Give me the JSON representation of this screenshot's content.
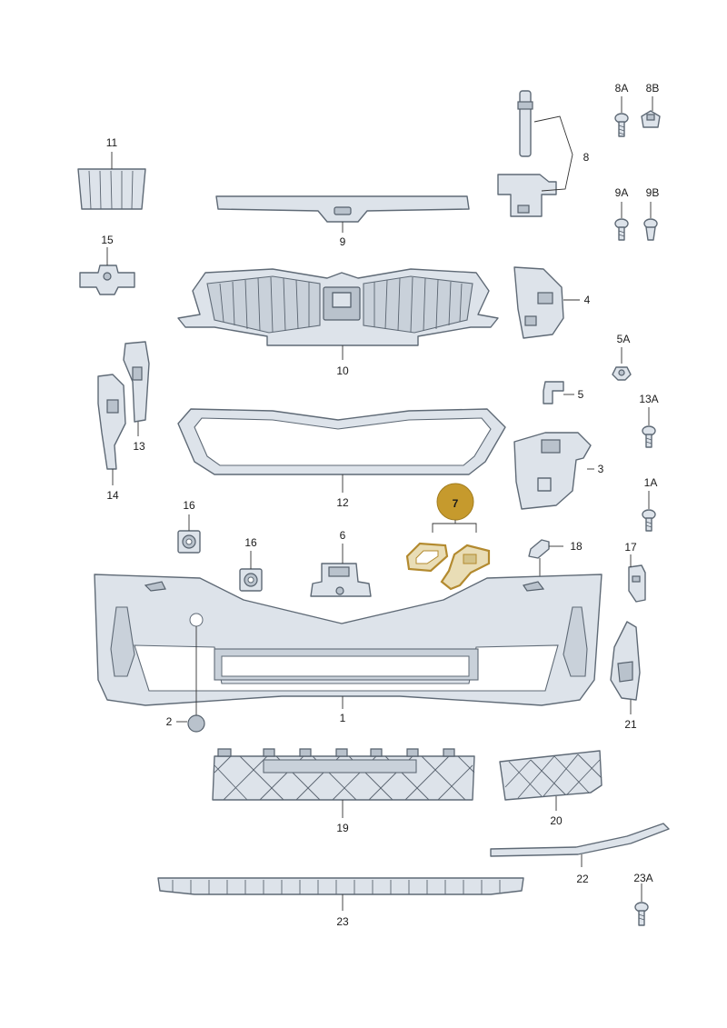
{
  "callouts": {
    "p1": "1",
    "p2": "2",
    "p3": "3",
    "p4": "4",
    "p5": "5",
    "p5a": "5A",
    "p6": "6",
    "p7": "7",
    "p8": "8",
    "p8a": "8A",
    "p8b": "8B",
    "p9": "9",
    "p9a": "9A",
    "p9b": "9B",
    "p10": "10",
    "p11": "11",
    "p12": "12",
    "p13": "13",
    "p13a": "13A",
    "p14": "14",
    "p15": "15",
    "p16a": "16",
    "p16b": "16",
    "p17": "17",
    "p18": "18",
    "p1a": "1A",
    "p19": "19",
    "p20": "20",
    "p21": "21",
    "p22": "22",
    "p23": "23",
    "p23a": "23A"
  },
  "colors": {
    "part_fill": "#dde3ea",
    "outline": "#5f6a76",
    "highlight_badge": "#c69a2d",
    "highlight_part": "#e9ddb6"
  }
}
